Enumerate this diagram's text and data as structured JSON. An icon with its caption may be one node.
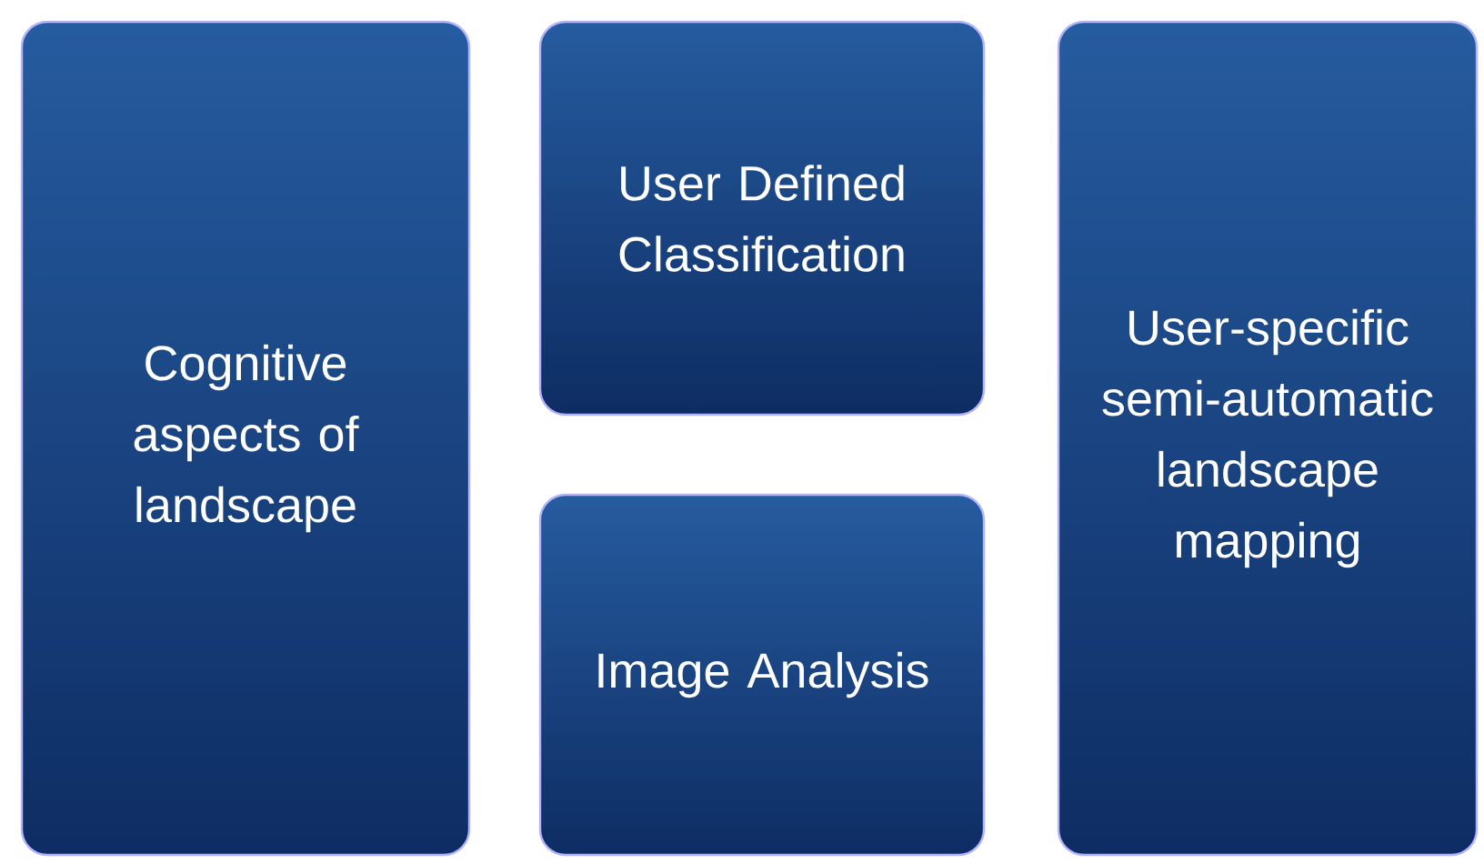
{
  "diagram": {
    "nodes": [
      {
        "text": [
          "Cognitive aspects of landscape"
        ]
      },
      {
        "text": [
          "User Defined Classification"
        ]
      },
      {
        "text": [
          "Image Analysis"
        ]
      },
      {
        "text": [
          "User-specific semi-automatic landscape mapping"
        ]
      }
    ]
  }
}
